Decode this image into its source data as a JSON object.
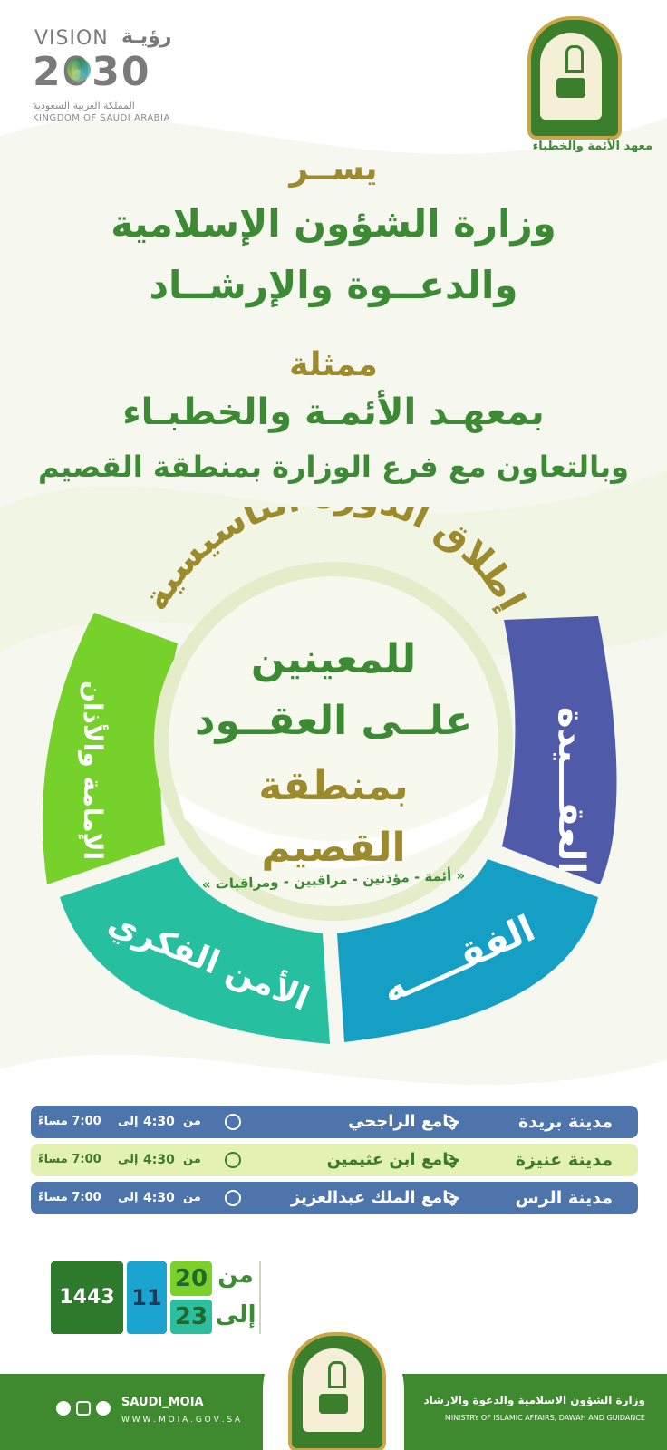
{
  "header": {
    "vision_word_en": "VISION",
    "vision_word_ar": "رؤيـة",
    "vision_year": "2030",
    "kingdom_ar": "المملكة العربية السعودية",
    "kingdom_en": "KINGDOM OF SAUDI ARABIA",
    "institute_caption": "معهد الأئمة والخطباء"
  },
  "intro": {
    "line1": "يســر",
    "line2": "وزارة الشؤون الإسلامية",
    "line3": "والدعــوة والإرشــاد",
    "line4": "ممثلة",
    "line5": "بمعهـد الأئمـة والخطبـاء",
    "line6": "وبالتعاون مع فرع الوزارة بمنطقة القصيم"
  },
  "course": {
    "arc_title": "إطلاق الدورة التأسيسية",
    "center_line1": "للمعينين",
    "center_line2": "علــى العقــود",
    "center_line3": "بمنطقة",
    "center_line4": "القصيم",
    "audience": "« أئمة - مؤذنين - مراقبين - ومراقبات »"
  },
  "topics": [
    {
      "label": "العقـــيدة",
      "color": "#4f5aa8"
    },
    {
      "label": "الفقـــــه",
      "color": "#169fc4"
    },
    {
      "label": "الأمن الفكري",
      "color": "#26bfa0"
    },
    {
      "label": "الإمامة والأذان",
      "color": "#76d12a"
    }
  ],
  "schedule": [
    {
      "city": "مدينة بريدة",
      "mosque": "جامع الراجحي",
      "from_label": "من",
      "from": "4:30",
      "to_label": "إلى",
      "to": "7:00 مساءً",
      "bg": "#4e74ac",
      "fg": "#ffffff"
    },
    {
      "city": "مدينة عنيزة",
      "mosque": "جامع ابن عثيمين",
      "from_label": "من",
      "from": "4:30",
      "to_label": "إلى",
      "to": "7:00 مساءً",
      "bg": "#e3f2b3",
      "fg": "#3d7a2d"
    },
    {
      "city": "مدينة الرس",
      "mosque": "جامع الملك عبدالعزيز",
      "from_label": "من",
      "from": "4:30",
      "to_label": "إلى",
      "to": "7:00 مساءً",
      "bg": "#4e74ac",
      "fg": "#ffffff"
    }
  ],
  "dates": {
    "from_label": "من",
    "to_label": "إلى",
    "day_from": "20",
    "day_to": "23",
    "month": "11",
    "year": "1443"
  },
  "footer": {
    "handle": "SAUDI_MOIA",
    "website": "W W W . M O I A . G O V . S A",
    "ministry_ar": "وزارة الشؤون الاسلامية والدعوة والارشاد",
    "ministry_en": "MINISTRY OF ISLAMIC AFFAIRS, DAWAH AND GUIDANCE"
  }
}
